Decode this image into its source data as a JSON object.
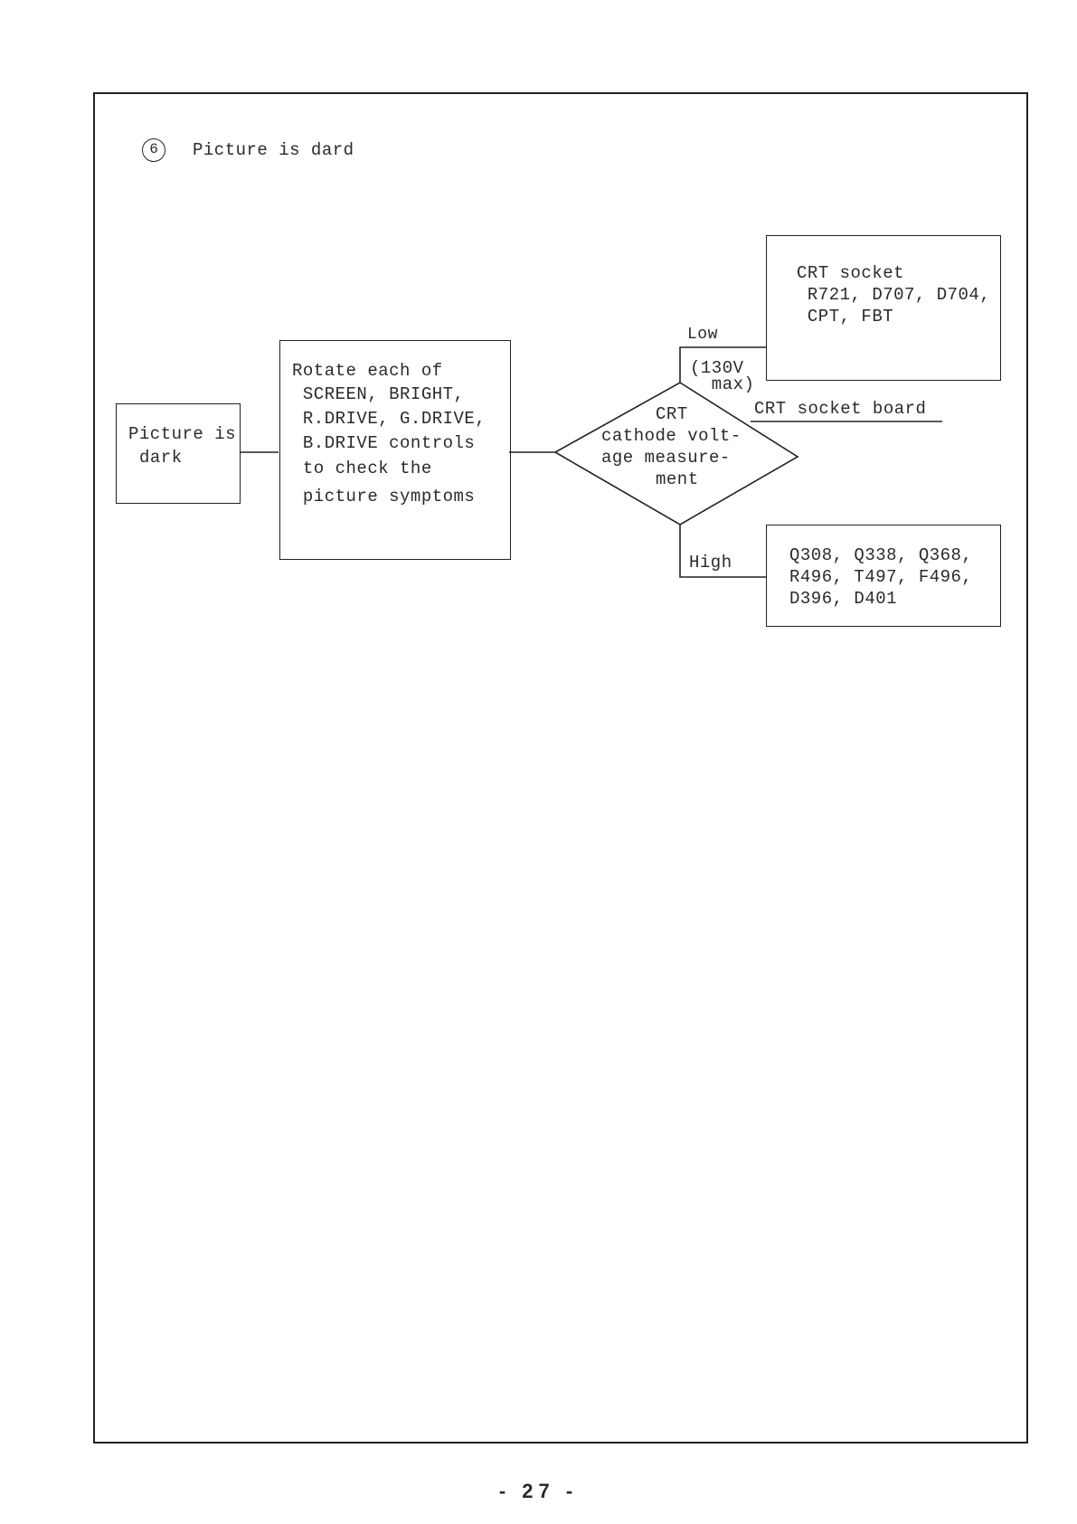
{
  "section": {
    "number": "6",
    "title": "Picture is dard"
  },
  "flow": {
    "start": [
      "Picture is",
      "dark"
    ],
    "action": [
      "Rotate each of",
      " SCREEN, BRIGHT,",
      " R.DRIVE, G.DRIVE,",
      " B.DRIVE controls",
      " to check the",
      " picture symptoms"
    ],
    "decision": [
      "CRT",
      "cathode volt-",
      "age measure-",
      "ment"
    ],
    "low_label": "Low",
    "low_note": [
      "(130V",
      "  max)"
    ],
    "low_result": [
      "CRT socket",
      " R721, D707, D704,",
      " CPT, FBT"
    ],
    "low_side_note": "CRT socket board",
    "high_label": "High",
    "high_result": [
      "Q308, Q338, Q368,",
      "R496, T497, F496,",
      "D396, D401"
    ]
  },
  "page_number": "- 27 -"
}
